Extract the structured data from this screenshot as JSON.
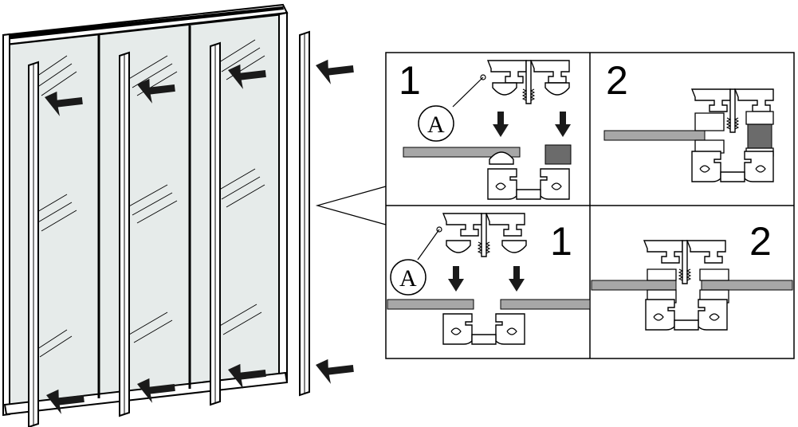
{
  "diagram": {
    "step_labels": {
      "top_left": "1",
      "top_right": "2",
      "bottom_left": "1",
      "bottom_right": "2"
    },
    "callout_letter": "A",
    "colors": {
      "line": "#000000",
      "glass_fill": "#e6ebea",
      "panel_bar": "#a7a7a7",
      "gasket_dark": "#6b6b6b",
      "arrow": "#1a1a1a",
      "background": "#ffffff"
    }
  }
}
